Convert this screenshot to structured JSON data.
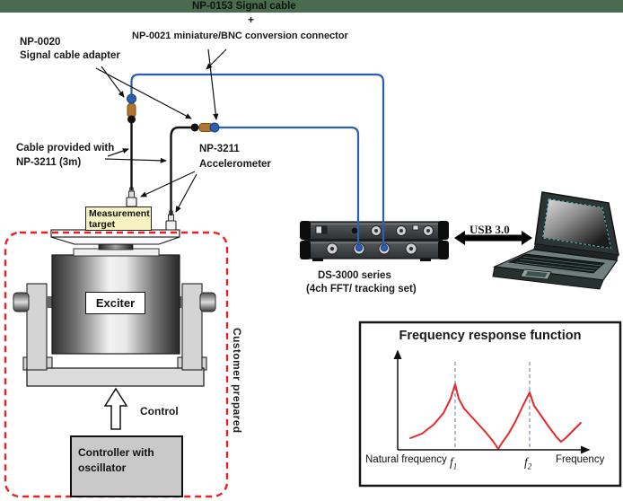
{
  "colors": {
    "banner_green": "#4a6b4f",
    "cable_blue": "#2b5fb4",
    "adapter_brown": "#b0762f",
    "dashed_red": "#e62222",
    "target_yellow": "#f6f2c2",
    "curve_red": "#e8282a"
  },
  "banner": {
    "label": "NP-0153 Signal cable"
  },
  "callouts": {
    "plus": "+",
    "np0021": "NP-0021 miniature/BNC conversion connector",
    "np0020": {
      "line1": "NP-0020",
      "line2": "Signal cable adapter"
    },
    "cable_provided": {
      "line1": "Cable provided with",
      "line2": "NP-3211 (3m)"
    },
    "np3211": {
      "line1": "NP-3211",
      "line2": "Accelerometer"
    },
    "customer_prepared": "Customer prepared",
    "control": "Control",
    "usb": "USB 3.0"
  },
  "boxes": {
    "measurement_target": {
      "line1": "Measurement",
      "line2": "target"
    },
    "exciter": "Exciter",
    "controller": {
      "line1": "Controller with",
      "line2": "oscillator"
    }
  },
  "device": {
    "line1": "DS-3000 series",
    "line2": "(4ch FFT/ tracking set)"
  },
  "chart_data": {
    "type": "line",
    "title": "Frequency response function",
    "xlabel": "Frequency",
    "x_left_label": "Natural frequency",
    "legend": [],
    "grid": false,
    "peak_labels": [
      {
        "symbol": "f",
        "sub": "1"
      },
      {
        "symbol": "f",
        "sub": "2"
      }
    ],
    "peaks_u": [
      0.291,
      0.668
    ],
    "dash_top_v": 0.845,
    "curve_color": "#e8282a",
    "curve": [
      [
        0.064,
        0.112
      ],
      [
        0.123,
        0.155
      ],
      [
        0.182,
        0.241
      ],
      [
        0.232,
        0.353
      ],
      [
        0.268,
        0.491
      ],
      [
        0.291,
        0.629
      ],
      [
        0.309,
        0.491
      ],
      [
        0.336,
        0.397
      ],
      [
        0.382,
        0.302
      ],
      [
        0.436,
        0.19
      ],
      [
        0.482,
        0.086
      ],
      [
        0.509,
        0.009
      ],
      [
        0.532,
        0.078
      ],
      [
        0.559,
        0.147
      ],
      [
        0.595,
        0.267
      ],
      [
        0.632,
        0.414
      ],
      [
        0.668,
        0.552
      ],
      [
        0.691,
        0.422
      ],
      [
        0.723,
        0.336
      ],
      [
        0.764,
        0.224
      ],
      [
        0.805,
        0.121
      ],
      [
        0.827,
        0.078
      ],
      [
        0.85,
        0.112
      ],
      [
        0.886,
        0.181
      ],
      [
        0.927,
        0.259
      ]
    ]
  }
}
